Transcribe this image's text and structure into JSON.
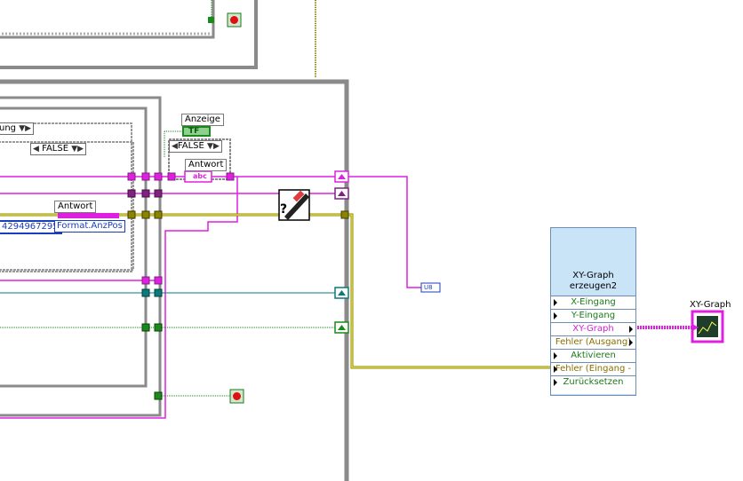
{
  "labels": {
    "anzeige": "Anzeige",
    "tf_const": "TF",
    "antwort_top": "Antwort",
    "antwort_mid": "Antwort",
    "xy_graph_terminal": "XY-Graph",
    "unsigned_tag": "U8",
    "abc_tag": "abc",
    "case_false_left": "FALSE",
    "case_false_right": "FALSE",
    "case_partial": "ung",
    "numeric_value": "4294967295",
    "property_node": "Format.AnzPos",
    "question_mark": "?"
  },
  "subvi": {
    "title_line1": "XY-Graph",
    "title_line2": "erzeugen2",
    "pins": [
      {
        "label": "X-Eingang",
        "color": "#1a7a1a"
      },
      {
        "label": "Y-Eingang",
        "color": "#1a7a1a"
      },
      {
        "label": "XY-Graph",
        "color": "#d41ed4"
      },
      {
        "label": "Fehler (Ausgang)",
        "color": "#8a6d00"
      },
      {
        "label": "Aktivieren",
        "color": "#1a7a1a"
      },
      {
        "label": "Fehler (Eingang -",
        "color": "#8a6d00"
      },
      {
        "label": "Zurücksetzen",
        "color": "#1a7a1a"
      }
    ]
  },
  "colors": {
    "pink_wire": "#e020e0",
    "olive_wire": "#8c8400",
    "green_wire": "#1a8a1a",
    "teal_wire": "#0a7a7a",
    "frame": "#7b7b7b",
    "subvi_bg": "#c9e3f7"
  }
}
